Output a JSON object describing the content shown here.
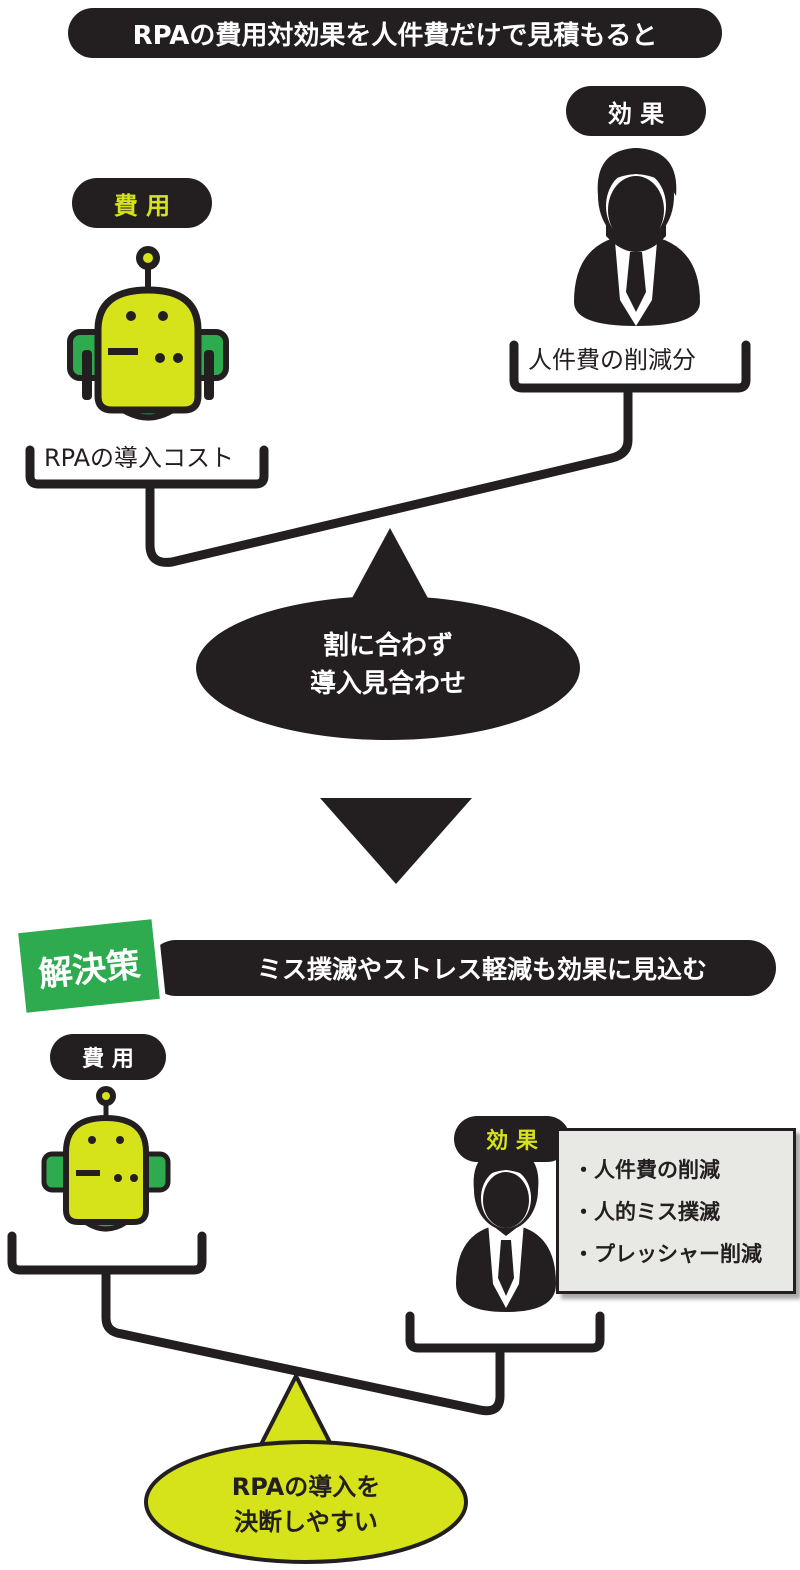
{
  "header": {
    "title": "RPAの費用対効果を人件費だけで見積もると"
  },
  "top": {
    "cost_label": "費 用",
    "effect_label": "効 果",
    "cost_item": "RPAの導入コスト",
    "effect_item": "人件費の削減分",
    "verdict": [
      "割に合わず",
      "導入見合わせ"
    ]
  },
  "solution": {
    "tag": "解決策",
    "title": "ミス撲滅やストレス軽減も効果に見込む"
  },
  "bottom": {
    "cost_label": "費 用",
    "effect_label": "効 果",
    "effects": [
      "・人件費の削減",
      "・人的ミス撲滅",
      "・プレッシャー削減"
    ],
    "verdict": [
      "RPAの導入を",
      "決断しやすい"
    ]
  },
  "colors": {
    "dark": "#231f20",
    "accent_yellow": "#d6e21a",
    "accent_green": "#2eaa4f",
    "robot_body": "#d6e21a",
    "robot_green": "#2eaa4f"
  },
  "icons": [
    "robot-icon",
    "businessman-icon",
    "down-arrow-icon"
  ]
}
